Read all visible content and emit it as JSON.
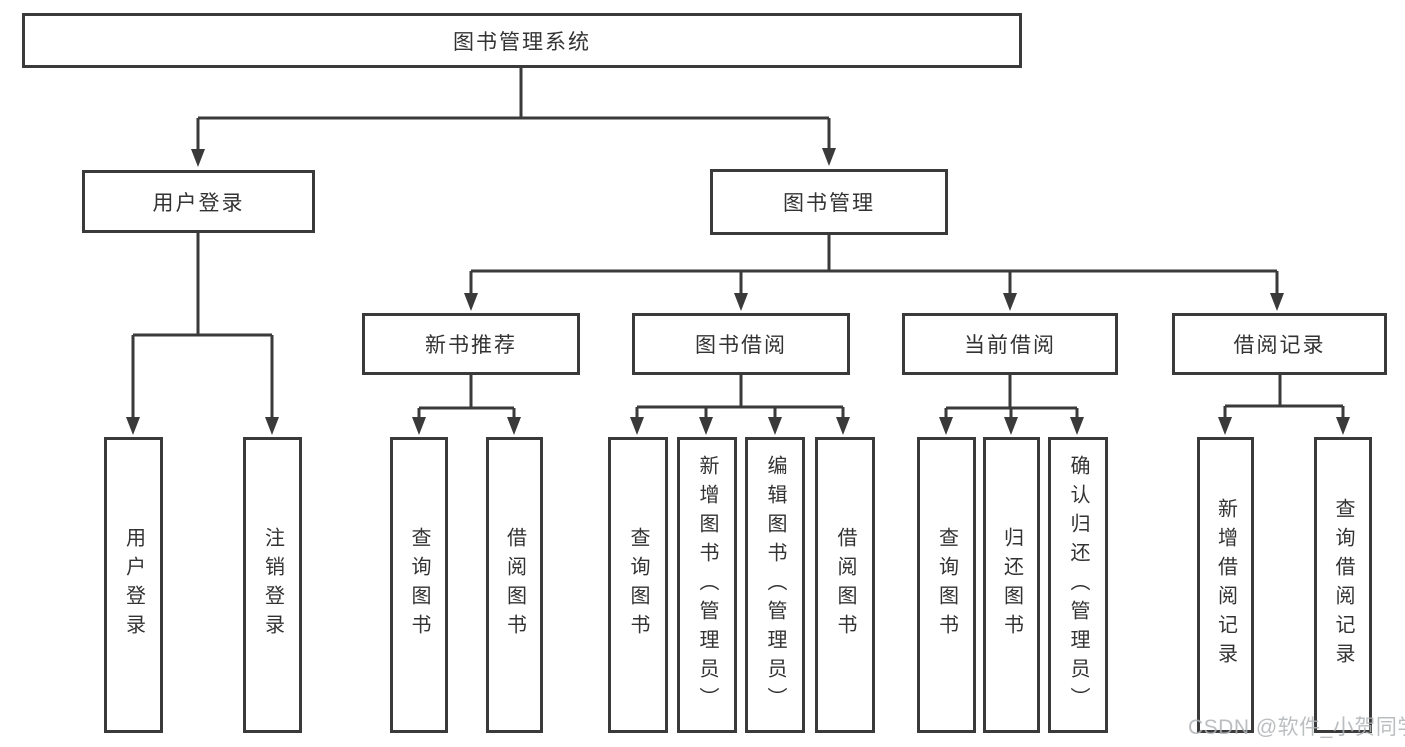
{
  "diagram": {
    "root": {
      "label": "图书管理系统"
    },
    "user_login": {
      "label": "用户登录",
      "children": [
        {
          "label": "用户登录"
        },
        {
          "label": "注销登录"
        }
      ]
    },
    "book_mgmt": {
      "label": "图书管理",
      "groups": [
        {
          "label": "新书推荐",
          "children": [
            {
              "label": "查询图书"
            },
            {
              "label": "借阅图书"
            }
          ]
        },
        {
          "label": "图书借阅",
          "children": [
            {
              "label": "查询图书"
            },
            {
              "label": "新增图书（管理员）"
            },
            {
              "label": "编辑图书（管理员）"
            },
            {
              "label": "借阅图书"
            }
          ]
        },
        {
          "label": "当前借阅",
          "children": [
            {
              "label": "查询图书"
            },
            {
              "label": "归还图书"
            },
            {
              "label": "确认归还（管理员）"
            }
          ]
        },
        {
          "label": "借阅记录",
          "children": [
            {
              "label": "新增借阅记录"
            },
            {
              "label": "查询借阅记录"
            }
          ]
        }
      ]
    }
  },
  "watermark": {
    "text": "CSDN @软件_小贺同学"
  },
  "colors": {
    "line": "#3a3a3a",
    "text": "#333333",
    "watermark": "#b0b3b6",
    "background": "#ffffff"
  }
}
